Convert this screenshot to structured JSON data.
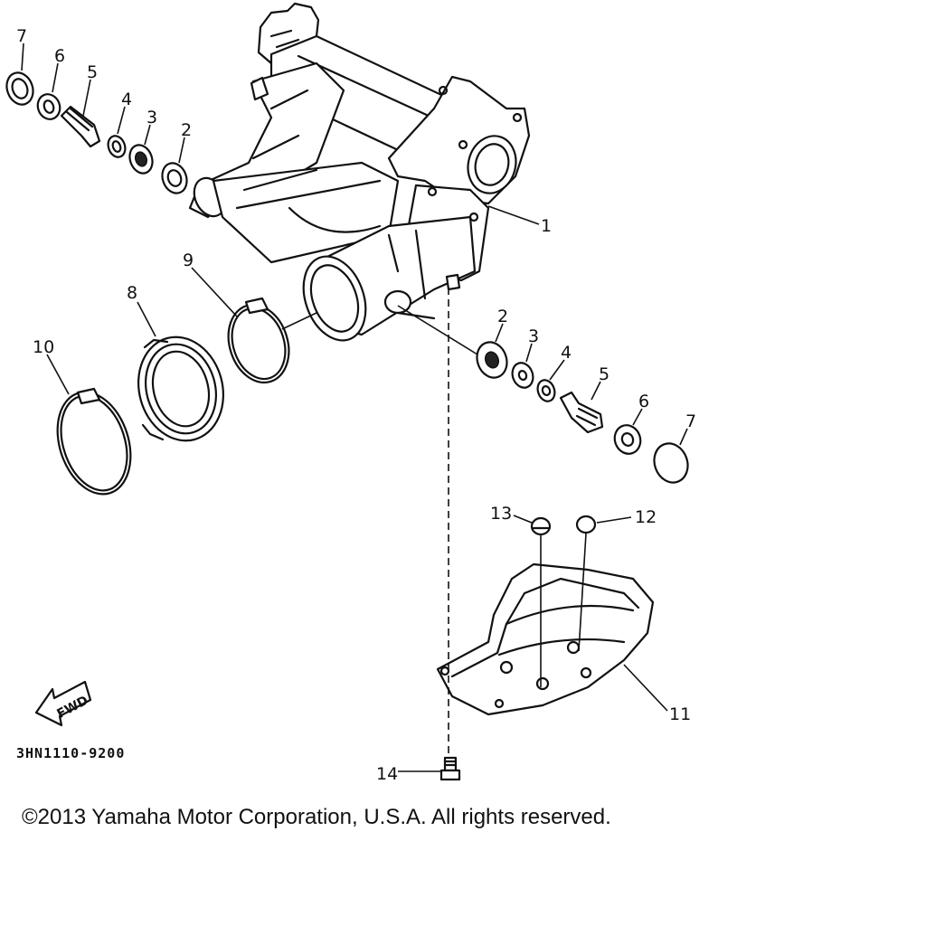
{
  "diagram": {
    "callouts": {
      "n1": "1",
      "n2_upper": "2",
      "n3_upper": "3",
      "n4_upper": "4",
      "n5_upper": "5",
      "n6_upper": "6",
      "n7_upper": "7",
      "n2_lower": "2",
      "n3_lower": "3",
      "n4_lower": "4",
      "n5_lower": "5",
      "n6_lower": "6",
      "n7_lower": "7",
      "n8": "8",
      "n9": "9",
      "n10": "10",
      "n11": "11",
      "n12": "12",
      "n13": "13",
      "n14": "14"
    },
    "fwd_label": "FWD",
    "part_code": "3HN1110-9200",
    "copyright": "©2013 Yamaha Motor Corporation, U.S.A. All rights reserved."
  }
}
